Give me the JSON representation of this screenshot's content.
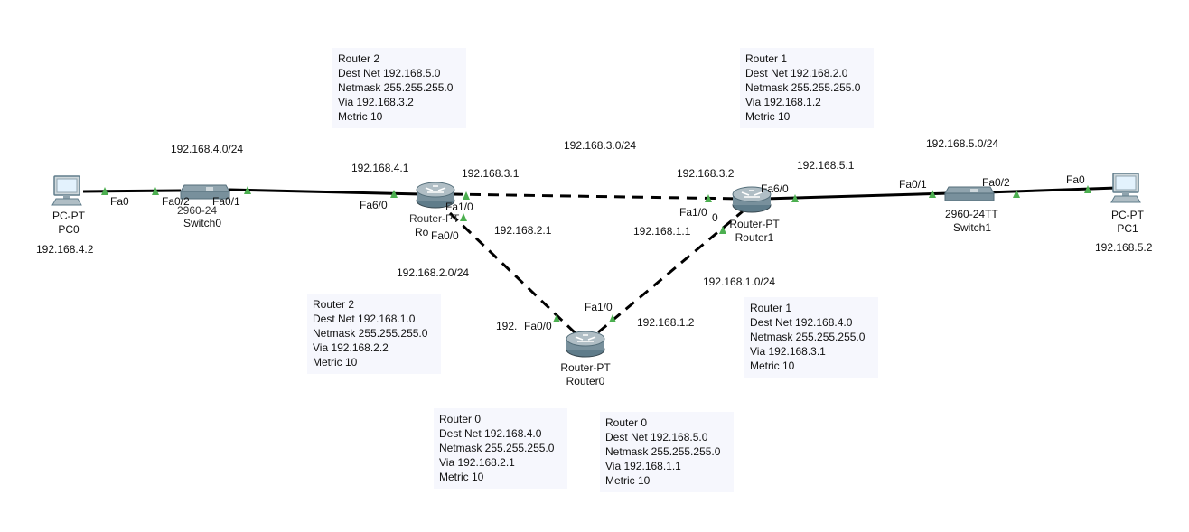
{
  "canvas": {
    "background": "#ffffff",
    "link_color": "#000000",
    "port_up_color": "#4caf50"
  },
  "devices": {
    "pc0": {
      "type": "PC-PT",
      "name": "PC0",
      "ip": "192.168.4.2",
      "icon": "pc-icon"
    },
    "switch0": {
      "type": "2960-24TT",
      "type_visible": "2960-24",
      "name": "Switch0",
      "icon": "switch-icon"
    },
    "router2": {
      "type": "Router-PT",
      "type_visible": "Router-PT",
      "name": "Router2",
      "name_visible": "Ro",
      "icon": "router-icon"
    },
    "router1": {
      "type": "Router-PT",
      "name": "Router1",
      "icon": "router-icon"
    },
    "router0": {
      "type": "Router-PT",
      "name": "Router0",
      "icon": "router-icon"
    },
    "switch1": {
      "type": "2960-24TT",
      "name": "Switch1",
      "icon": "switch-icon"
    },
    "pc1": {
      "type": "PC-PT",
      "name": "PC1",
      "ip": "192.168.5.2",
      "icon": "pc-icon"
    }
  },
  "ports": {
    "pc0_fa0": "Fa0",
    "sw0_fa02": "Fa0/2",
    "sw0_fa01": "Fa0/1",
    "r2_fa60": "Fa6/0",
    "r2_fa10": "Fa1/0",
    "r2_fa00": "Fa0/0",
    "r1_fa60": "Fa6/0",
    "r1_fa10": "Fa1/0",
    "r1_fa00_partial": "0",
    "r0_fa00": "Fa0/0",
    "r0_fa10": "Fa1/0",
    "sw1_fa01": "Fa0/1",
    "sw1_fa02": "Fa0/2",
    "pc1_fa0": "Fa0"
  },
  "networks": {
    "n4": "192.168.4.0/24",
    "n3": "192.168.3.0/24",
    "n5": "192.168.5.0/24",
    "n2": "192.168.2.0/24",
    "n1": "192.168.1.0/24"
  },
  "addresses": {
    "r2_fa60": "192.168.4.1",
    "r2_fa10": "192.168.3.1",
    "r2_fa00": "192.168.2.1",
    "r1_fa10": "192.168.3.2",
    "r1_fa60": "192.168.5.1",
    "r1_fa00": "192.168.1.1",
    "r0_fa00_partial": "192.",
    "r0_fa10": "192.168.1.2"
  },
  "notes": [
    {
      "router": "Router 2",
      "dest": "Dest Net 192.168.5.0",
      "mask": "Netmask 255.255.255.0",
      "via": "Via 192.168.3.2",
      "metric": "Metric 10"
    },
    {
      "router": "Router 1",
      "dest": "Dest Net 192.168.2.0",
      "mask": "Netmask 255.255.255.0",
      "via": "Via 192.168.1.2",
      "metric": "Metric 10"
    },
    {
      "router": "Router 2",
      "dest": "Dest Net 192.168.1.0",
      "mask": "Netmask 255.255.255.0",
      "via": "Via 192.168.2.2",
      "metric": "Metric 10"
    },
    {
      "router": "Router 1",
      "dest": "Dest Net 192.168.4.0",
      "mask": "Netmask 255.255.255.0",
      "via": "Via 192.168.3.1",
      "metric": "Metric 10"
    },
    {
      "router": "Router 0",
      "dest": "Dest Net 192.168.4.0",
      "mask": "Netmask 255.255.255.0",
      "via": "Via 192.168.2.1",
      "metric": "Metric 10"
    },
    {
      "router": "Router 0",
      "dest": "Dest Net 192.168.5.0",
      "mask": "Netmask 255.255.255.0",
      "via": "Via 192.168.1.1",
      "metric": "Metric 10"
    }
  ]
}
